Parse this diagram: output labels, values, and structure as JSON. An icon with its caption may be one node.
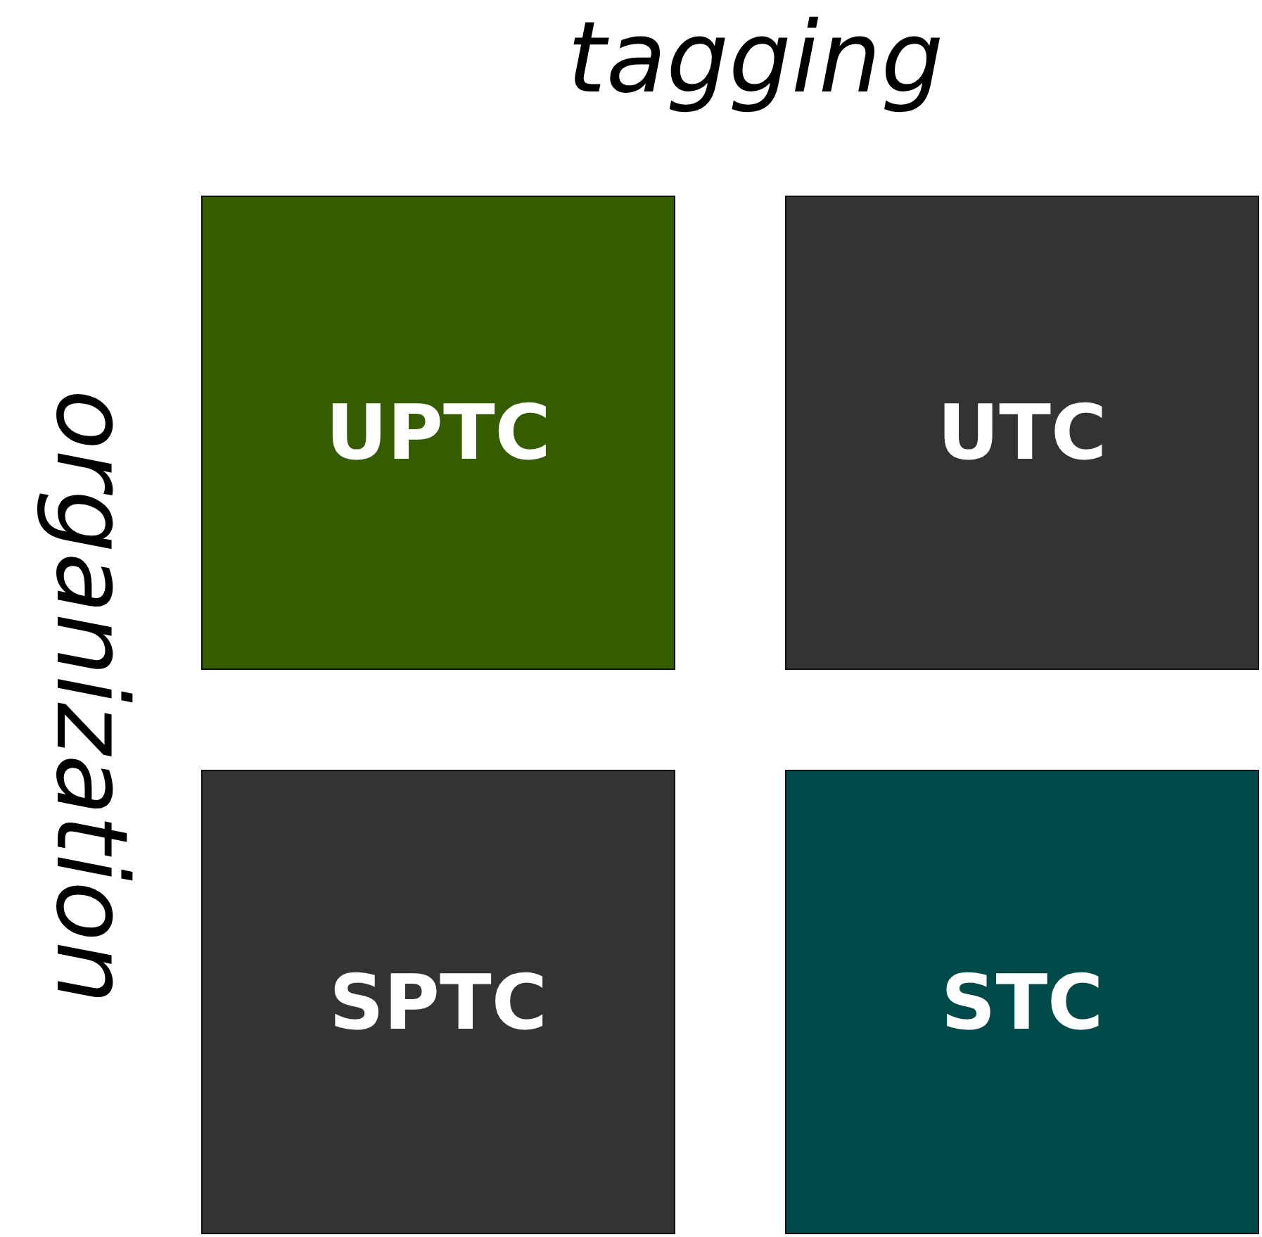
{
  "diagram": {
    "nodes": [
      {
        "text": [
          "UPTC"
        ]
      },
      {
        "text": [
          "UTC"
        ]
      },
      {
        "text": [
          "SPTC"
        ]
      },
      {
        "text": [
          "STC"
        ]
      }
    ],
    "labels": [
      "tagging",
      "organization"
    ]
  }
}
